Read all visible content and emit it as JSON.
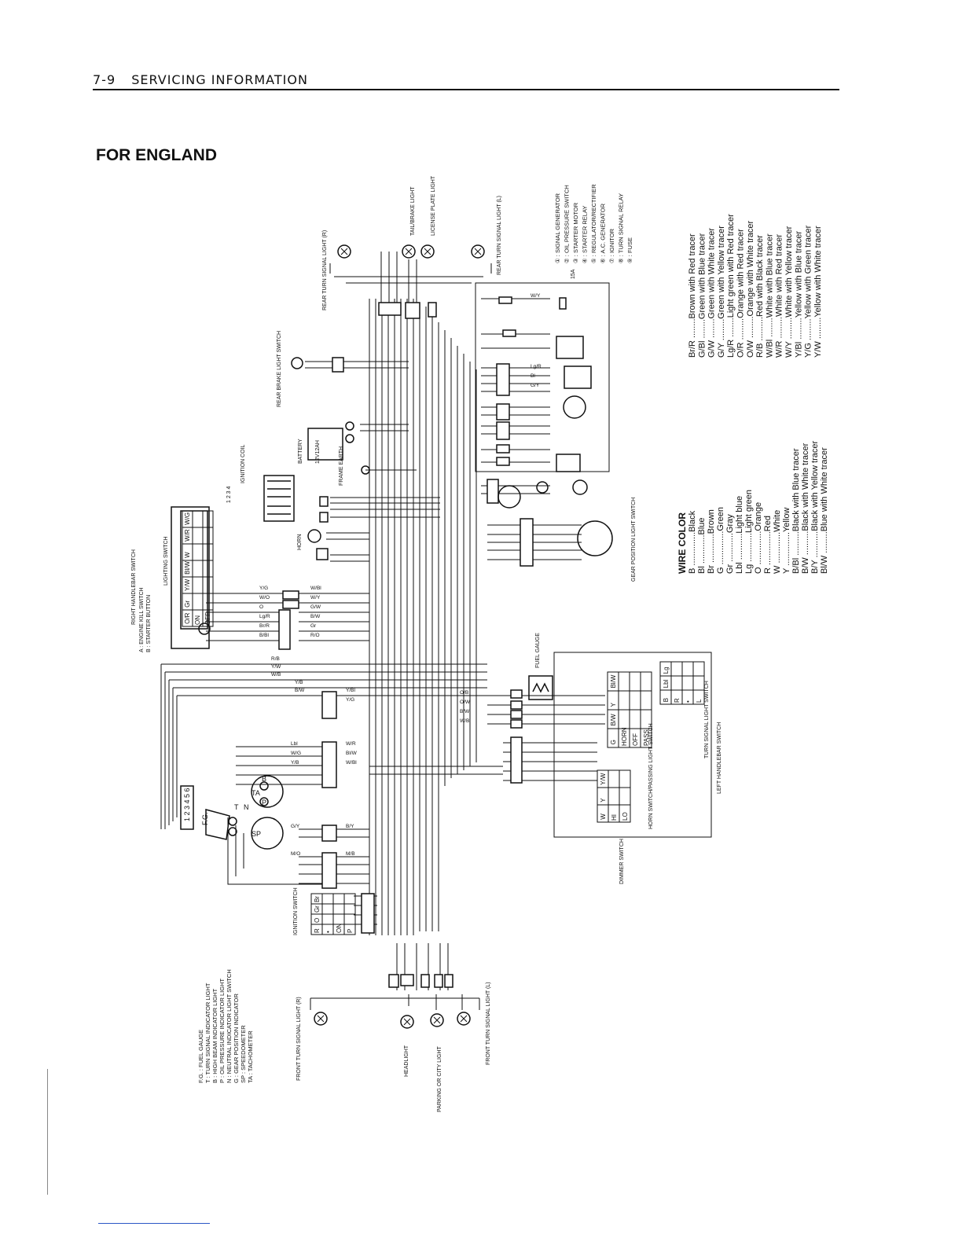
{
  "header": {
    "page_number": "7-9",
    "section": "SERVICING INFORMATION"
  },
  "title": "FOR ENGLAND",
  "labels": {
    "rear_turn_right": "REAR TURN SIGNAL LIGHT (R)",
    "tail_brake": "TAIL/BRAKE LIGHT",
    "license_plate": "LICENSE PLATE LIGHT",
    "rear_turn_left": "REAR TURN SIGNAL LIGHT (L)",
    "rear_brake_switch": "REAR BRAKE LIGHT SWITCH",
    "battery": "BATTERY",
    "battery_rating": "12V12AH",
    "frame_earth": "FRAME EARTH",
    "ignition_coil": "IGNITION COIL",
    "ignition_coil_numbers": "1 2 3 4",
    "horn": "HORN",
    "right_handlebar_switch": "RIGHT HANDLEBAR SWITCH",
    "lighting_switch": "LIGHTING SWITCH",
    "engine_kill_a": "A : ENGINE KILL SWITCH",
    "starter_b": "B : STARTER BUTTON",
    "gear_position_switch": "GEAR POSITION LIGHT SWITCH",
    "fuel_gauge": "FUEL GAUGE",
    "turn_signal_light_switch": "TURN SIGNAL LIGHT SWITCH",
    "left_handlebar_switch": "LEFT HANDLEBAR SWITCH",
    "horn_passing_switch": "HORN SWITCH/PASSING LIGHT SWITCH",
    "dimmer_switch": "DIMMER SWITCH",
    "ignition_switch": "IGNITION SWITCH",
    "front_turn_right": "FRONT TURN SIGNAL LIGHT (R)",
    "headlight": "HEADLIGHT",
    "parking_city": "PARKING OR CITY LIGHT",
    "front_turn_left": "FRONT TURN SIGNAL LIGHT (L)",
    "fuse_rating": "15A"
  },
  "component_legend": [
    "① : SIGNAL GENERATOR",
    "② : OIL PRESSURE SWITCH",
    "③ : STARTER MOTOR",
    "④ : STARTER RELAY",
    "⑤ : REGULATOR/RECTIFIER",
    "⑥ : A.C. GENERATOR",
    "⑦ : IGNITOR",
    "⑧ : TURN SIGNAL RELAY",
    "⑨ : FUSE"
  ],
  "meter_legend": [
    "F.G. : FUEL GAUGE",
    "T : TURN SIGNAL INDICATOR LIGHT",
    "B : HIGH BEAM INDICATOR LIGHT",
    "P : OIL PRESSURE INDICATOR LIGHT",
    "N : NEUTRAL INDICATOR LIGHT SWITCH",
    "G : GEAR POSITION INDICATOR",
    "SP : SPEEDOMETER",
    "TA : TACHOMETER"
  ],
  "wire_color_title": "WIRE COLOR",
  "wire_colors_basic": [
    "B ..............Black",
    "Bl ............Blue",
    "Br ............Brown",
    "G ..............Green",
    "Gr ............Gray",
    "Lbl ...........Light blue",
    "Lg ............Light green",
    "O ..............Orange",
    "R ..............Red",
    "W .............White",
    "Y ..............Yellow",
    "B/Bl ..........Black with Blue tracer",
    "B/W ..........Black with White tracer",
    "B/Y ...........Black with Yellow tracer",
    "Bl/W .........Blue with White tracer"
  ],
  "wire_colors_tracer": [
    "Br/R ........Brown with Red tracer",
    "G/Bl ........Green with Blue tracer",
    "G/W ........Green with White tracer",
    "G/Y .........Green with Yellow tracer",
    "Lg/R ........Light green with Red tracer",
    "O/R .........Orange with Red tracer",
    "O/W .........Orange with White tracer",
    "R/B ..........Red with Black tracer",
    "W/Bl ........White with Blue tracer",
    "W/R .........White with Red tracer",
    "W/Y .........White with Yellow tracer",
    "Y/Bl .........Yellow with Blue tracer",
    "Y/G .........Yellow with Green tracer",
    "Y/W .........Yellow with White tracer"
  ],
  "lighting_switch_table": {
    "headers": [
      "O/R",
      "Gr",
      "Y/W",
      "Bl/W",
      "W",
      "W/R",
      "W/G"
    ],
    "rows": [
      "ON",
      "OFF"
    ]
  },
  "ignition_switch_table": {
    "headers": [
      "R",
      "O",
      "Gr",
      "Br"
    ],
    "rows": [
      "•",
      "ON",
      "P"
    ]
  },
  "turn_switch_table": {
    "headers": [
      "B",
      "Lbl",
      "Lg"
    ],
    "rows": [
      "R",
      "•",
      "L"
    ]
  },
  "horn_switch_table": {
    "headers": [
      "G",
      "B/W",
      "Y",
      "Bl/W"
    ],
    "rows": [
      "HORN",
      "OFF",
      "PASS"
    ]
  },
  "dimmer_switch_table": {
    "headers": [
      "W",
      "Y",
      "Y/W"
    ],
    "rows": [
      "HI",
      "LO"
    ]
  },
  "meter_letters": {
    "fg": "F.G.",
    "t": "T",
    "n": "N",
    "b": "B",
    "p": "P",
    "ta": "TA",
    "sp": "SP",
    "g": "G",
    "scale": "1 2 3 4 5 6"
  },
  "wire_tags": [
    "W/Bl",
    "W/Y",
    "G/W",
    "B/W",
    "Gr",
    "R/O",
    "Y/G",
    "W/O",
    "O",
    "Lg/R",
    "Br/R",
    "B/Bl",
    "R/B",
    "Y/W",
    "W/B",
    "Y/B",
    "B/W",
    "Y/Bl",
    "Y/G",
    "O/B",
    "O/W",
    "B/W",
    "W/B",
    "Lbl",
    "W/G",
    "Y/B",
    "W/R",
    "Bl/W",
    "W/Bl",
    "G/Y",
    "B/Y",
    "M/O",
    "M/B",
    "W/Y",
    "Lg/R",
    "Bl",
    "G/Y"
  ]
}
